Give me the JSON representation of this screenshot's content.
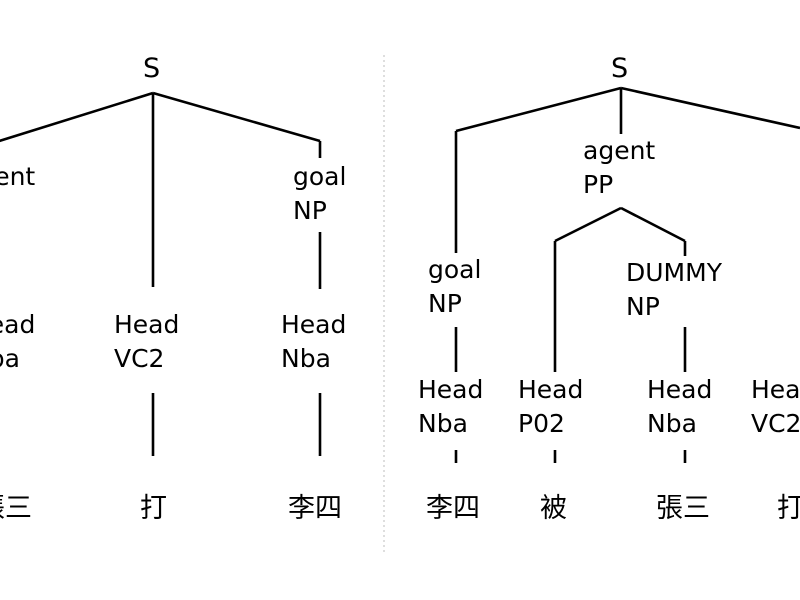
{
  "left_tree": {
    "root": "S",
    "agent_role": "agent",
    "agent_head_role": "Head",
    "agent_head_pos": "Nba",
    "agent_word": "張三",
    "verb_head_role": "Head",
    "verb_head_pos": "VC2",
    "verb_word": "打",
    "goal_role": "goal",
    "goal_cat": "NP",
    "goal_head_role": "Head",
    "goal_head_pos": "Nba",
    "goal_word": "李四"
  },
  "right_tree": {
    "root": "S",
    "goal_role": "goal",
    "goal_cat": "NP",
    "goal_head_role": "Head",
    "goal_head_pos": "Nba",
    "goal_word": "李四",
    "agent_role": "agent",
    "agent_cat": "PP",
    "prep_head_role": "Head",
    "prep_head_pos": "P02",
    "prep_word": "被",
    "dummy_role": "DUMMY",
    "dummy_cat": "NP",
    "dummy_head_role": "Head",
    "dummy_head_pos": "Nba",
    "dummy_word": "張三",
    "verb_head_role": "Head",
    "verb_head_pos": "VC2",
    "verb_word": "打"
  },
  "colors": {
    "ink": "#000000",
    "divider": "#c8c8c8",
    "background": "#ffffff"
  }
}
